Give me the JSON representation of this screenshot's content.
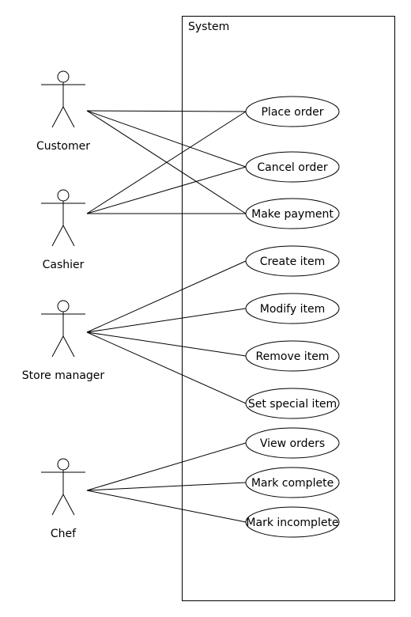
{
  "system": {
    "label": "System"
  },
  "actors": [
    {
      "id": "customer",
      "name": "Customer"
    },
    {
      "id": "cashier",
      "name": "Cashier"
    },
    {
      "id": "store-manager",
      "name": "Store manager"
    },
    {
      "id": "chef",
      "name": "Chef"
    }
  ],
  "use_cases": [
    {
      "id": "place-order",
      "label": "Place order"
    },
    {
      "id": "cancel-order",
      "label": "Cancel order"
    },
    {
      "id": "make-payment",
      "label": "Make payment"
    },
    {
      "id": "create-item",
      "label": "Create item"
    },
    {
      "id": "modify-item",
      "label": "Modify item"
    },
    {
      "id": "remove-item",
      "label": "Remove item"
    },
    {
      "id": "set-special-item",
      "label": "Set special item"
    },
    {
      "id": "view-orders",
      "label": "View orders"
    },
    {
      "id": "mark-complete",
      "label": "Mark complete"
    },
    {
      "id": "mark-incomplete",
      "label": "Mark incomplete"
    }
  ],
  "associations": [
    {
      "actor": "customer",
      "use_case": "place-order"
    },
    {
      "actor": "customer",
      "use_case": "cancel-order"
    },
    {
      "actor": "customer",
      "use_case": "make-payment"
    },
    {
      "actor": "cashier",
      "use_case": "place-order"
    },
    {
      "actor": "cashier",
      "use_case": "cancel-order"
    },
    {
      "actor": "cashier",
      "use_case": "make-payment"
    },
    {
      "actor": "store-manager",
      "use_case": "create-item"
    },
    {
      "actor": "store-manager",
      "use_case": "modify-item"
    },
    {
      "actor": "store-manager",
      "use_case": "remove-item"
    },
    {
      "actor": "store-manager",
      "use_case": "set-special-item"
    },
    {
      "actor": "chef",
      "use_case": "view-orders"
    },
    {
      "actor": "chef",
      "use_case": "mark-complete"
    },
    {
      "actor": "chef",
      "use_case": "mark-incomplete"
    }
  ]
}
